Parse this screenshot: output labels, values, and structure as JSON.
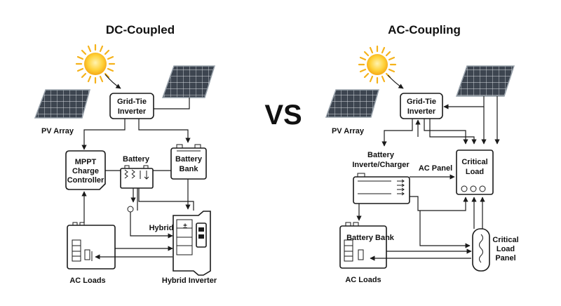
{
  "dc": {
    "title": "DC-Coupled",
    "pv_array": "PV Array",
    "grid_tie_line1": "Grid-Tie",
    "grid_tie_line2": "Inverter",
    "mppt_line1": "MPPT",
    "mppt_line2": "Charge",
    "mppt_line3": "Controller",
    "battery": "Battery",
    "battery_bank_line1": "Battery",
    "battery_bank_line2": "Bank",
    "hybrid": "Hybrid",
    "ac_loads": "AC Loads",
    "hybrid_inverter": "Hybrid Inverter"
  },
  "vs": "VS",
  "ac": {
    "title": "AC-Coupling",
    "pv_array": "PV Array",
    "grid_tie_line1": "Grid-Tie",
    "grid_tie_line2": "Inverter",
    "batt_inv_line1": "Battery",
    "batt_inv_line2": "Inverte/Charger",
    "ac_panel": "AC Panel",
    "critical_load_line1": "Critical",
    "critical_load_line2": "Load",
    "battery_bank": "Battery Bank",
    "critical_panel_line1": "Critical",
    "critical_panel_line2": "Load",
    "critical_panel_line3": "Panel",
    "ac_loads": "AC Loads"
  }
}
